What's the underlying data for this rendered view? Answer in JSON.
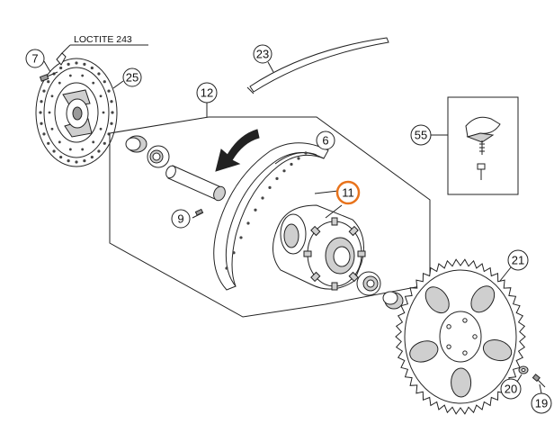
{
  "diagram": {
    "note": "LOCTITE 243",
    "accent_color": "#e8731c",
    "highlighted_part": "11",
    "callouts": [
      {
        "id": "7",
        "label": "7"
      },
      {
        "id": "25",
        "label": "25"
      },
      {
        "id": "23",
        "label": "23"
      },
      {
        "id": "12",
        "label": "12"
      },
      {
        "id": "6",
        "label": "6"
      },
      {
        "id": "11",
        "label": "11"
      },
      {
        "id": "9",
        "label": "9"
      },
      {
        "id": "55",
        "label": "55"
      },
      {
        "id": "21",
        "label": "21"
      },
      {
        "id": "20",
        "label": "20"
      },
      {
        "id": "19",
        "label": "19"
      }
    ]
  }
}
